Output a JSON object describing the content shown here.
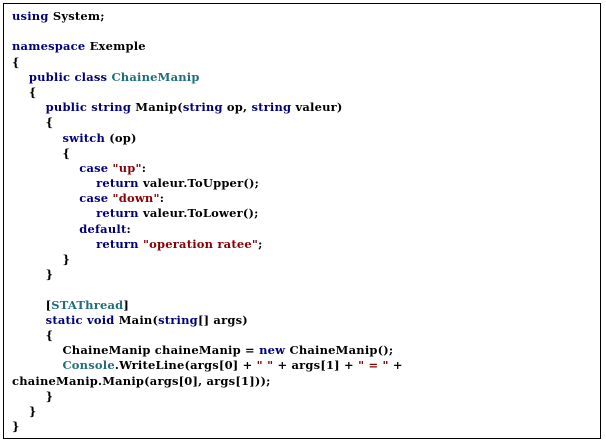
{
  "code_lines": [
    [
      {
        "t": "using",
        "c": "kw"
      },
      {
        "t": " System;",
        "c": "plain"
      }
    ],
    [],
    [
      {
        "t": "namespace",
        "c": "kw"
      },
      {
        "t": " Exemple",
        "c": "plain"
      }
    ],
    [
      {
        "t": "{",
        "c": "plain"
      }
    ],
    [
      {
        "t": "    ",
        "c": "plain"
      },
      {
        "t": "public",
        "c": "kw"
      },
      {
        "t": " ",
        "c": "plain"
      },
      {
        "t": "class",
        "c": "kw"
      },
      {
        "t": " ",
        "c": "plain"
      },
      {
        "t": "ChaineManip",
        "c": "type"
      }
    ],
    [
      {
        "t": "    {",
        "c": "plain"
      }
    ],
    [
      {
        "t": "        ",
        "c": "plain"
      },
      {
        "t": "public",
        "c": "kw"
      },
      {
        "t": " ",
        "c": "plain"
      },
      {
        "t": "string",
        "c": "kw"
      },
      {
        "t": " Manip(",
        "c": "plain"
      },
      {
        "t": "string",
        "c": "kw"
      },
      {
        "t": " op, ",
        "c": "plain"
      },
      {
        "t": "string",
        "c": "kw"
      },
      {
        "t": " valeur)",
        "c": "plain"
      }
    ],
    [
      {
        "t": "        {",
        "c": "plain"
      }
    ],
    [
      {
        "t": "            ",
        "c": "plain"
      },
      {
        "t": "switch",
        "c": "kw"
      },
      {
        "t": " (op)",
        "c": "plain"
      }
    ],
    [
      {
        "t": "            {",
        "c": "plain"
      }
    ],
    [
      {
        "t": "                ",
        "c": "plain"
      },
      {
        "t": "case",
        "c": "kw"
      },
      {
        "t": " ",
        "c": "plain"
      },
      {
        "t": "\"up\"",
        "c": "str"
      },
      {
        "t": ":",
        "c": "plain"
      }
    ],
    [
      {
        "t": "                    ",
        "c": "plain"
      },
      {
        "t": "return",
        "c": "kw"
      },
      {
        "t": " valeur.ToUpper();",
        "c": "plain"
      }
    ],
    [
      {
        "t": "                ",
        "c": "plain"
      },
      {
        "t": "case",
        "c": "kw"
      },
      {
        "t": " ",
        "c": "plain"
      },
      {
        "t": "\"down\"",
        "c": "str"
      },
      {
        "t": ":",
        "c": "plain"
      }
    ],
    [
      {
        "t": "                    ",
        "c": "plain"
      },
      {
        "t": "return",
        "c": "kw"
      },
      {
        "t": " valeur.ToLower();",
        "c": "plain"
      }
    ],
    [
      {
        "t": "                ",
        "c": "plain"
      },
      {
        "t": "default",
        "c": "kw"
      },
      {
        "t": ":",
        "c": "plain"
      }
    ],
    [
      {
        "t": "                    ",
        "c": "plain"
      },
      {
        "t": "return",
        "c": "kw"
      },
      {
        "t": " ",
        "c": "plain"
      },
      {
        "t": "\"operation ratee\"",
        "c": "str"
      },
      {
        "t": ";",
        "c": "plain"
      }
    ],
    [
      {
        "t": "            }",
        "c": "plain"
      }
    ],
    [
      {
        "t": "        }",
        "c": "plain"
      }
    ],
    [],
    [
      {
        "t": "        [",
        "c": "plain"
      },
      {
        "t": "STAThread",
        "c": "type"
      },
      {
        "t": "]",
        "c": "plain"
      }
    ],
    [
      {
        "t": "        ",
        "c": "plain"
      },
      {
        "t": "static",
        "c": "kw"
      },
      {
        "t": " ",
        "c": "plain"
      },
      {
        "t": "void",
        "c": "kw"
      },
      {
        "t": " Main(",
        "c": "plain"
      },
      {
        "t": "string",
        "c": "kw"
      },
      {
        "t": "[] args)",
        "c": "plain"
      }
    ],
    [
      {
        "t": "        {",
        "c": "plain"
      }
    ],
    [
      {
        "t": "            ChaineManip chaineManip = ",
        "c": "plain"
      },
      {
        "t": "new",
        "c": "kw"
      },
      {
        "t": " ChaineManip();",
        "c": "plain"
      }
    ],
    [
      {
        "t": "            ",
        "c": "plain"
      },
      {
        "t": "Console",
        "c": "type"
      },
      {
        "t": ".WriteLine(args[0] + ",
        "c": "plain"
      },
      {
        "t": "\" \"",
        "c": "str"
      },
      {
        "t": " + args[1] + ",
        "c": "plain"
      },
      {
        "t": "\" = \"",
        "c": "str"
      },
      {
        "t": " +",
        "c": "plain"
      }
    ],
    [
      {
        "t": "chaineManip.Manip(args[0], args[1]));",
        "c": "plain"
      }
    ],
    [
      {
        "t": "        }",
        "c": "plain"
      }
    ],
    [
      {
        "t": "    }",
        "c": "plain"
      }
    ],
    [
      {
        "t": "}",
        "c": "plain"
      }
    ]
  ],
  "colors": {
    "keyword": "#00007f",
    "type": "#1f6f7a",
    "string": "#8b0000",
    "plain": "#000000"
  }
}
